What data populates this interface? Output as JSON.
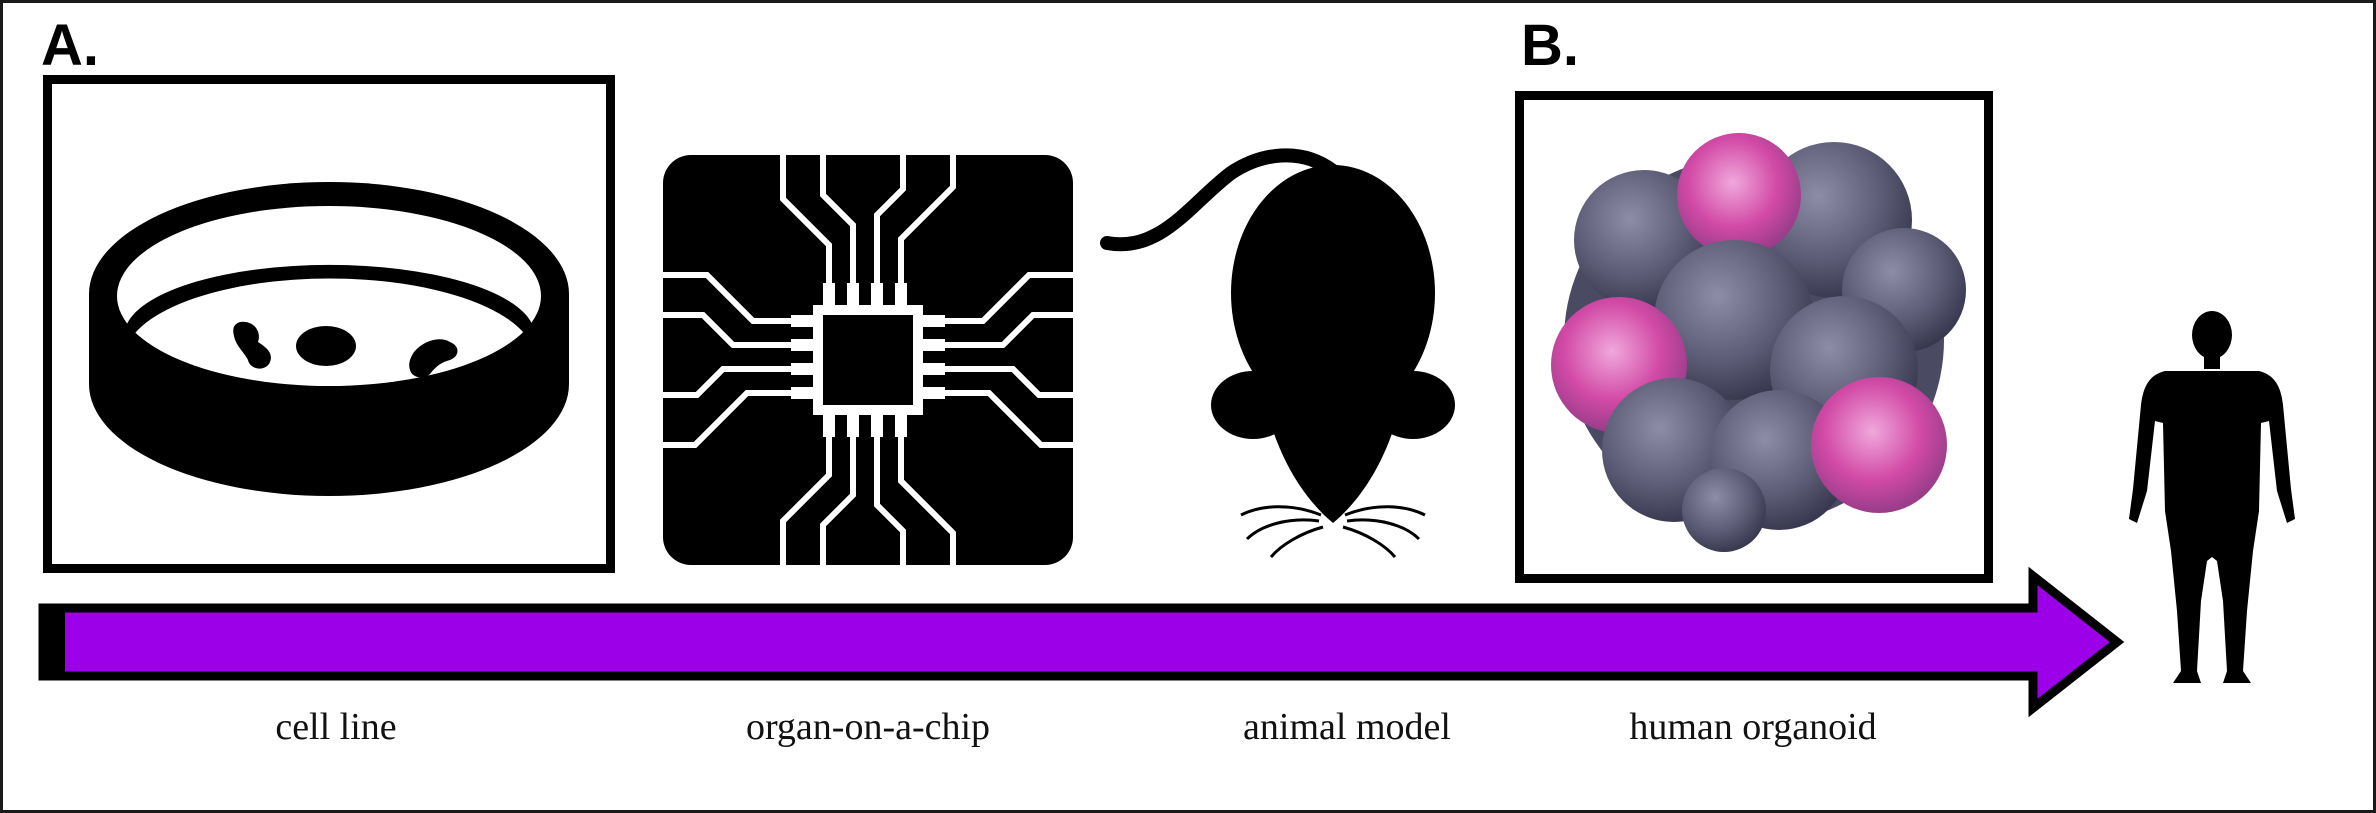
{
  "panel_labels": {
    "a": "A.",
    "b": "B."
  },
  "stages": [
    {
      "label": "cell line",
      "icon": "petri-dish-icon"
    },
    {
      "label": "organ-on-a-chip",
      "icon": "microchip-icon"
    },
    {
      "label": "animal model",
      "icon": "mouse-icon"
    },
    {
      "label": "human organoid",
      "icon": "organoid-image"
    },
    {
      "label": "",
      "icon": "human-silhouette-icon"
    }
  ],
  "colors": {
    "arrow_fill": "#9c00e8",
    "outline": "#000000",
    "organoid_pink": "#d34aa8",
    "organoid_blue": "#55556e"
  }
}
